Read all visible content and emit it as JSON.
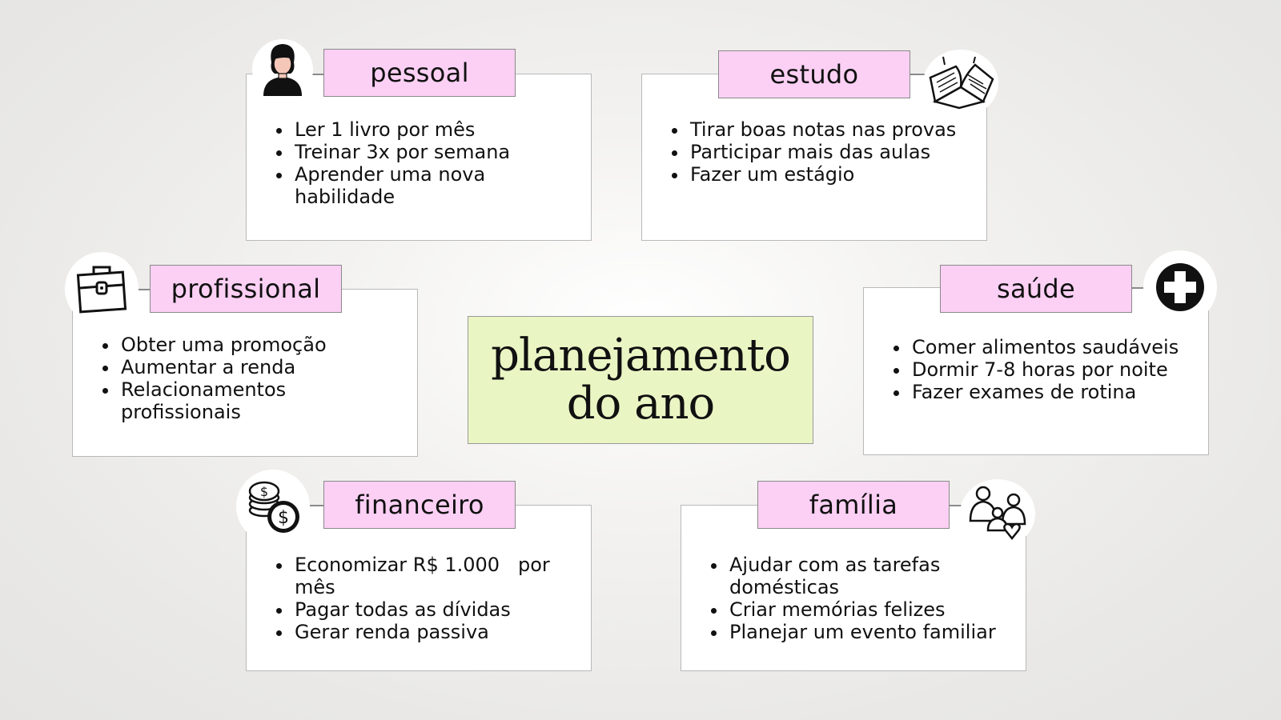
{
  "center": {
    "line1": "planejamento",
    "line2": "do ano"
  },
  "cards": {
    "pessoal": {
      "title": "pessoal",
      "icon": "woman-avatar-icon",
      "items": [
        "Ler 1 livro por mês",
        "Treinar 3x por semana",
        "Aprender uma nova habilidade"
      ]
    },
    "estudo": {
      "title": "estudo",
      "icon": "open-book-icon",
      "items": [
        "Tirar boas notas nas provas",
        "Participar mais das aulas",
        "Fazer um estágio"
      ]
    },
    "profissional": {
      "title": "profissional",
      "icon": "briefcase-icon",
      "items": [
        "Obter uma promoção",
        "Aumentar a renda",
        "Relacionamentos profissionais"
      ]
    },
    "saude": {
      "title": "saúde",
      "icon": "medical-cross-icon",
      "items": [
        "Comer alimentos saudáveis",
        "Dormir 7-8 horas por noite",
        "Fazer exames de rotina"
      ]
    },
    "financeiro": {
      "title": "financeiro",
      "icon": "coins-dollar-icon",
      "items": [
        "Economizar R$ 1.000   por mês",
        "Pagar todas as dívidas",
        "Gerar renda passiva"
      ]
    },
    "familia": {
      "title": "família",
      "icon": "family-heart-icon",
      "items": [
        "Ajudar com as tarefas domésticas",
        "Criar memórias felizes",
        "Planejar um evento familiar"
      ]
    }
  },
  "colors": {
    "label_bg": "#fbd0f4",
    "center_bg": "#eaf5c4",
    "card_bg": "#ffffff"
  }
}
